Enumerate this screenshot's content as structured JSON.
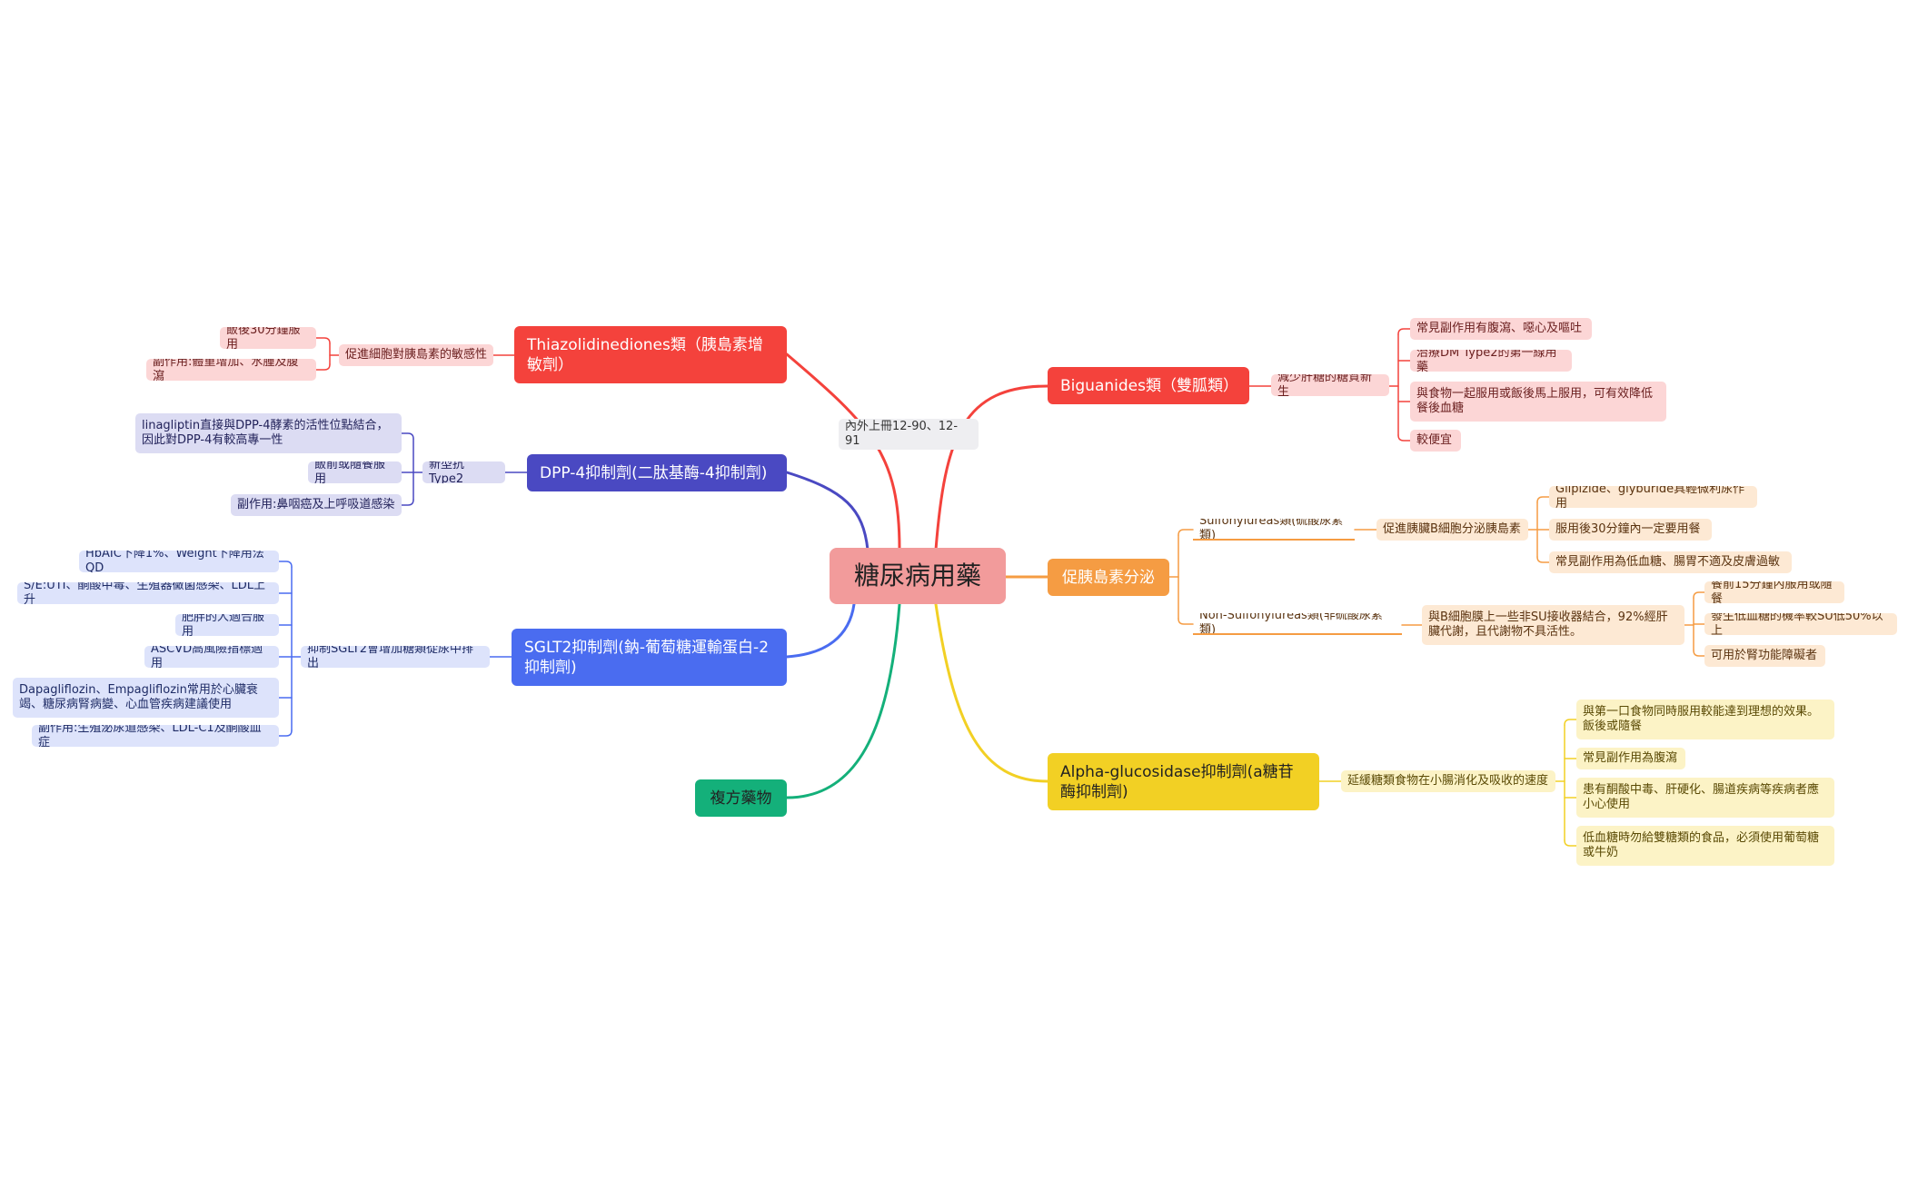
{
  "center": {
    "label": "糖尿病用藥",
    "color": "#f29b9b"
  },
  "note_label": "內外上冊12-90、12-91",
  "branches": {
    "tzd": {
      "label": "Thiazolidinediones類（胰島素增敏劑）",
      "color": "#f4423c",
      "light": "#fcd6d6",
      "sub": "促進細胞對胰島素的敏感性",
      "items": [
        "飯後30分鐘服用",
        "副作用:體重增加、水腫及腹瀉"
      ]
    },
    "dpp4": {
      "label": "DPP-4抑制劑(二肽基酶-4抑制劑)",
      "color": "#4a49c2",
      "light": "#dcdcf3",
      "sub": "新型抗Type2",
      "items": [
        "linagliptin直接與DPP-4酵素的活性位點結合，因此對DPP-4有較高專一性",
        "飯前或隨餐服用",
        "副作用:鼻咽癌及上呼吸道感染"
      ]
    },
    "sglt2": {
      "label": "SGLT2抑制劑(鈉-葡萄糖運輸蛋白-2抑制劑)",
      "color": "#4a6cf0",
      "light": "#dde3fb",
      "sub": "抑制SGLT2會增加糖類從尿中排出",
      "items": [
        "HbAIC下降1%、Weight下降用法QD",
        "S/E:UTI、酮酸中毒、生殖器黴菌感染、LDL上升",
        "肥胖的人適合服用",
        "ASCVD高風險指標適用",
        "Dapagliflozin、Empagliflozin常用於心臟衰竭、糖尿病腎病變、心血管疾病建議使用",
        "副作用:生殖泌尿道感染、LDL-C1及酮酸血症"
      ]
    },
    "combo": {
      "label": "複方藥物",
      "color": "#14b07a"
    },
    "biguanides": {
      "label": "Biguanides類（雙胍類）",
      "color": "#f4423c",
      "light": "#fcd6d6",
      "sub": "減少肝糖的糖質新生",
      "items": [
        "常見副作用有腹瀉、噁心及嘔吐",
        "治療DM Type2的第一線用藥",
        "與食物一起服用或飯後馬上服用，可有效降低餐後血糖",
        "較便宜"
      ]
    },
    "secretagogue": {
      "label": "促胰島素分泌",
      "color": "#f59c43",
      "light": "#fde9d4",
      "su": {
        "label": "Sulfonylureas類(硫酸尿素類)",
        "sub": "促進胰臟B細胞分泌胰島素",
        "items": [
          "Glipizide、glyburide具輕微利尿作用",
          "服用後30分鐘內一定要用餐",
          "常見副作用為低血糖、腸胃不適及皮膚過敏"
        ]
      },
      "nonsu": {
        "label": "Non-Sulfonylureas類(非硫酸尿素類)",
        "sub": "與B細胞膜上一些非SU接收器結合，92%經肝臟代謝，且代謝物不具活性。",
        "items": [
          "餐前15分鐘內服用或隨餐",
          "發生低血糖的機率較SU低50%以上",
          "可用於腎功能障礙者"
        ]
      }
    },
    "alpha": {
      "label": "Alpha-glucosidase抑制劑(a糖苷酶抑制劑)",
      "color": "#f2d024",
      "light": "#fcf3c6",
      "sub": "延緩糖類食物在小腸消化及吸收的速度",
      "items": [
        "與第一口食物同時服用較能達到理想的效果。飯後或隨餐",
        "常見副作用為腹瀉",
        "患有酮酸中毒、肝硬化、腸道疾病等疾病者應小心使用",
        "低血糖時勿給雙糖類的食品，必須使用葡萄糖或牛奶"
      ]
    }
  }
}
